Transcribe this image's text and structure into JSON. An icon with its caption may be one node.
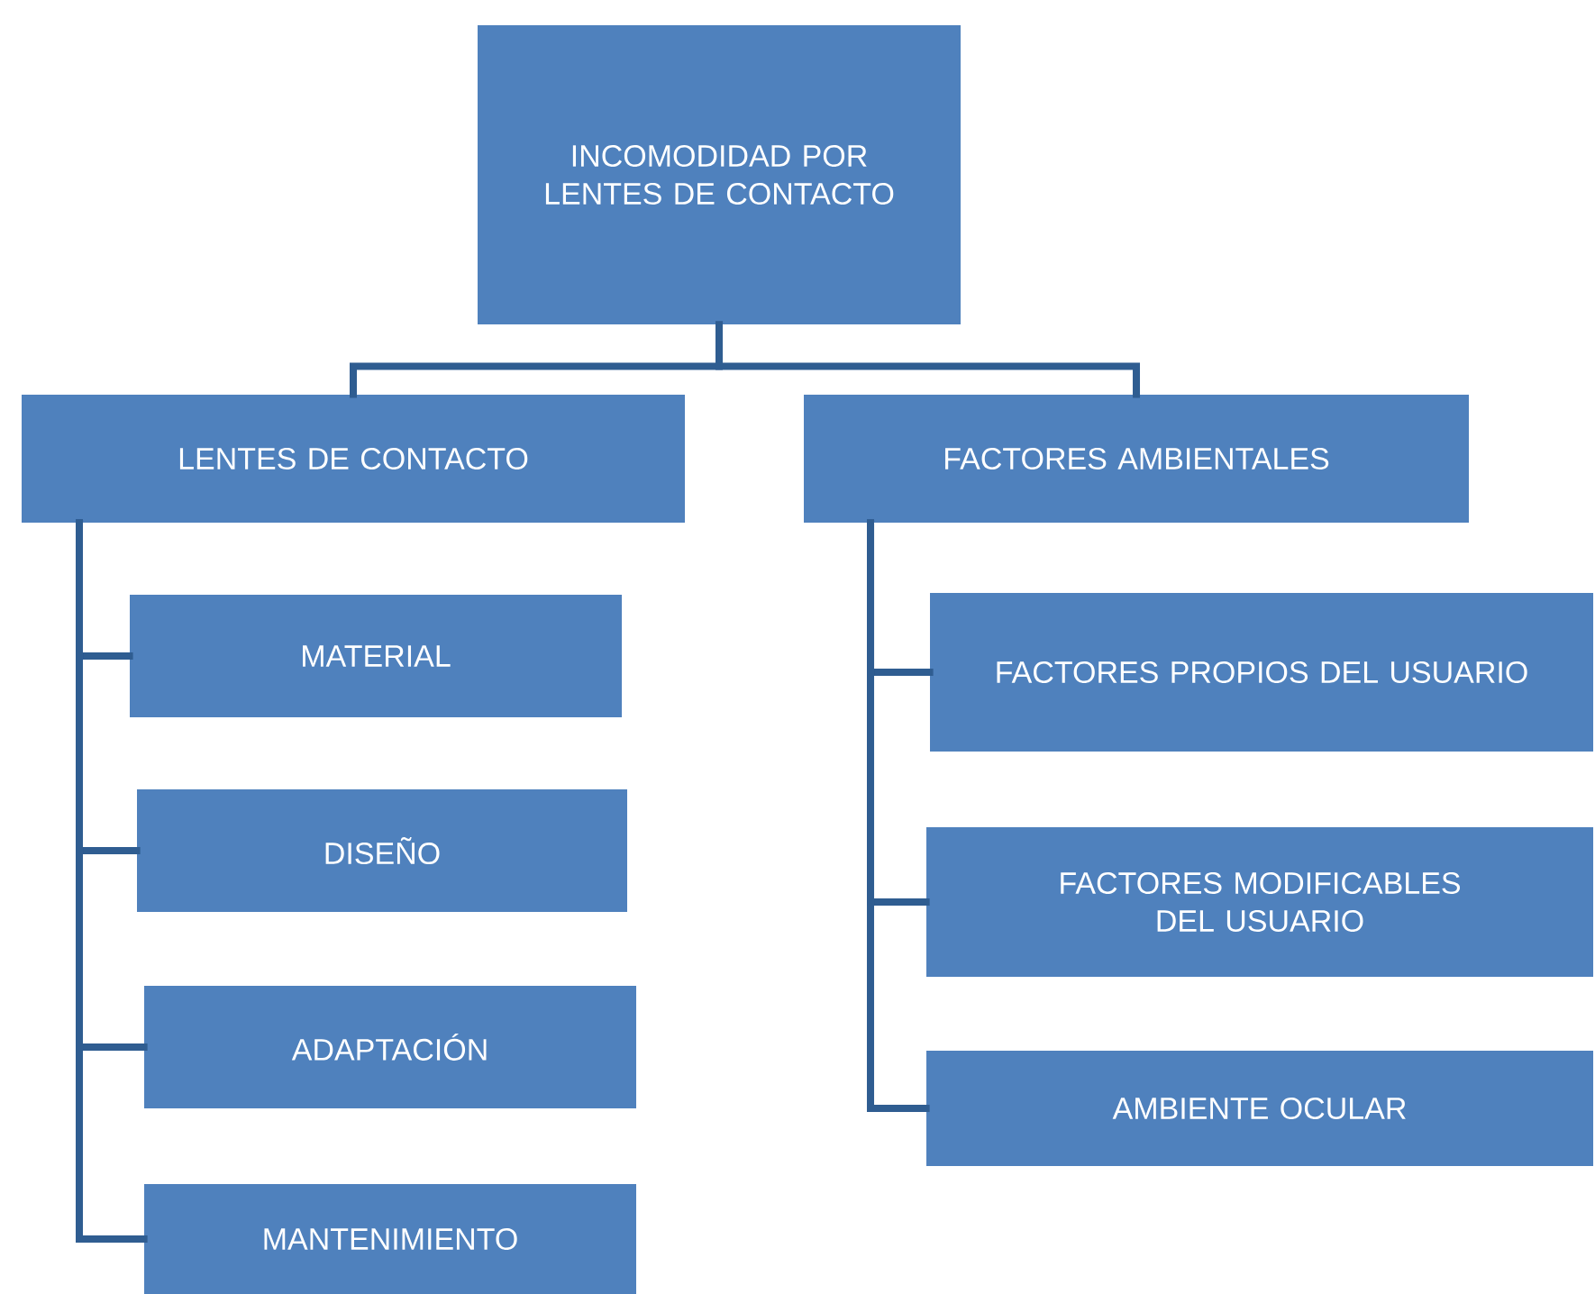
{
  "diagram": {
    "nodes": [
      {
        "text": [
          "INCOMODIDAD POR LENTES DE CONTACTO"
        ]
      },
      {
        "text": [
          "LENTES DE CONTACTO"
        ]
      },
      {
        "text": [
          "FACTORES AMBIENTALES"
        ]
      },
      {
        "text": [
          "MATERIAL"
        ]
      },
      {
        "text": [
          "DISEÑO"
        ]
      },
      {
        "text": [
          "ADAPTACIÓN"
        ]
      },
      {
        "text": [
          "MANTENIMIENTO"
        ]
      },
      {
        "text": [
          "FACTORES PROPIOS DEL USUARIO"
        ]
      },
      {
        "text": [
          "FACTORES MODIFICABLES DEL USUARIO"
        ]
      },
      {
        "text": [
          "AMBIENTE OCULAR"
        ]
      }
    ],
    "edges": [
      {
        "from": 0,
        "to": 1,
        "arrow": "none"
      },
      {
        "from": 0,
        "to": 2,
        "arrow": "none"
      },
      {
        "from": 1,
        "to": 3,
        "arrow": "none"
      },
      {
        "from": 1,
        "to": 4,
        "arrow": "none"
      },
      {
        "from": 1,
        "to": 5,
        "arrow": "none"
      },
      {
        "from": 1,
        "to": 6,
        "arrow": "none"
      },
      {
        "from": 2,
        "to": 7,
        "arrow": "none"
      },
      {
        "from": 2,
        "to": 8,
        "arrow": "none"
      },
      {
        "from": 2,
        "to": 9,
        "arrow": "none"
      }
    ]
  }
}
